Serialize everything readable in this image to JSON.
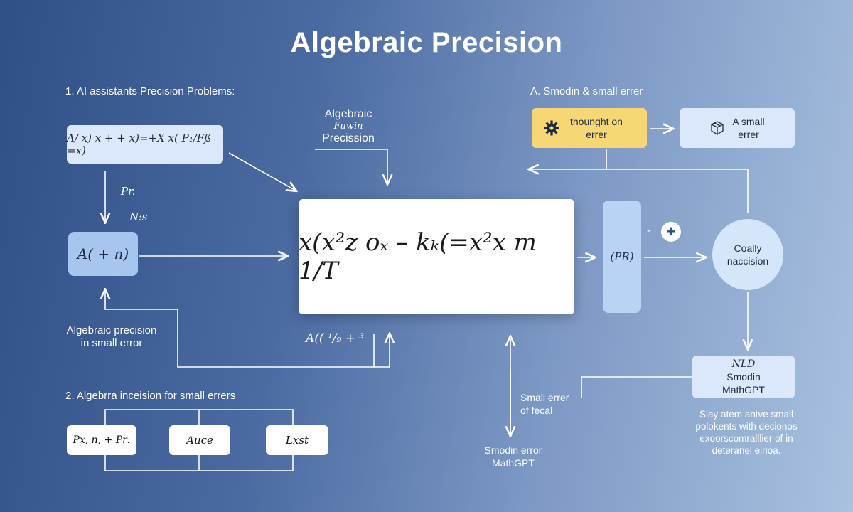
{
  "title": "Algebraic Precision",
  "section1_heading": "1. AI assistants Precision Problems:",
  "section2_heading": "2. Algebrra inceision for small errers",
  "section_a_heading": "A. Smodin & small errer",
  "top_center_label": [
    "Algebraic",
    "Fuwin",
    "Precission"
  ],
  "eq_box_top": "A/ x) x + + x)=+X x( P₁/Fß =x)",
  "pr_label": "Pr.",
  "ns_label": "N:s",
  "a_box": "A( + n)",
  "left_bottom_label": [
    "Algebraic precision",
    "in small error"
  ],
  "center_formula": "x(x²z oₓ – kₖ(=x²x m 1/T",
  "small_formula": "A(( ¹/₉ + ³",
  "pr_box": "(PR)",
  "thought_box": [
    "thounght on",
    "errer"
  ],
  "small_error_box": [
    "A small",
    "errer"
  ],
  "plus_sign": "+",
  "minus_sign": "-",
  "circle_label": [
    "Coally",
    "naccision"
  ],
  "nlp_box": [
    "NLD",
    "Smodin",
    "MathGPT"
  ],
  "right_desc": [
    "Slay atem antve small",
    "polokents with decionos",
    "exoorscomralllier of in",
    "deteranel eirioa."
  ],
  "small_errer_mid": [
    "Small errer",
    "of fecal"
  ],
  "smodin_bottom": [
    "Smodin error",
    "MathGPT"
  ],
  "bottom_boxes": [
    "Px, n, + Pr:",
    "Auce",
    "Lxst"
  ],
  "icons": {
    "gear": "gear-icon",
    "cube": "cube-icon"
  },
  "colors": {
    "accent_yellow": "#f7d774",
    "box_light": "#dbe8fb",
    "box_blue": "#a6c6f0"
  }
}
